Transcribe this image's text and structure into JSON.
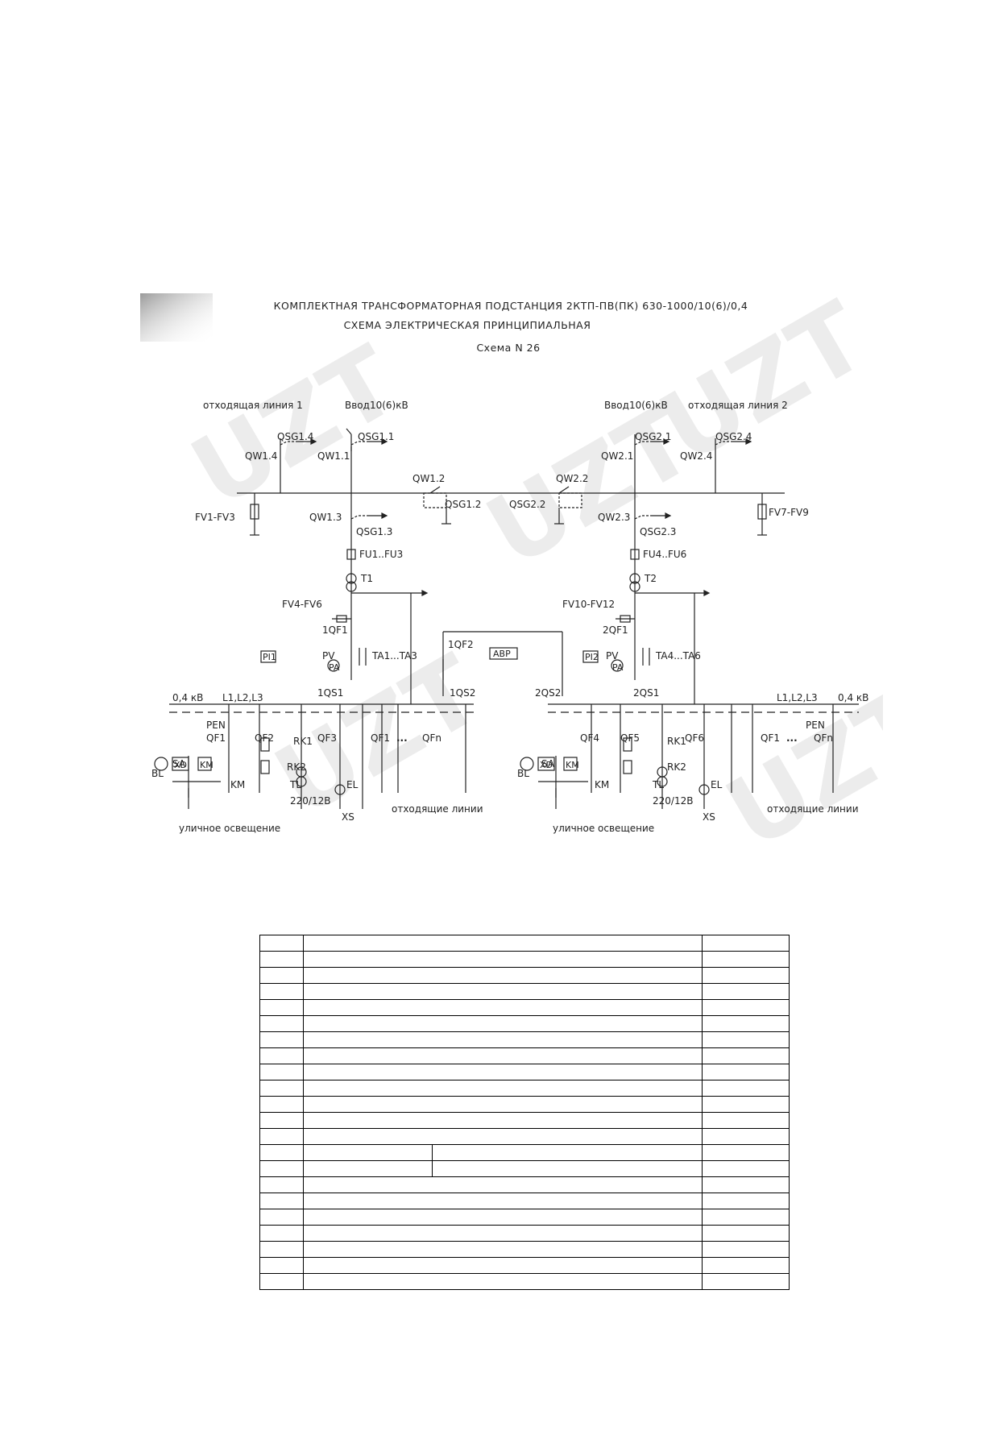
{
  "header": {
    "title": "КОМПЛЕКТНАЯ  ТРАНСФОРМАТОРНАЯ ПОДСТАНЦИЯ 2КТП-ПВ(ПК) 630-1000/10(6)/0,4",
    "subtitle": "СХЕМА ЭЛЕКТРИЧЕСКАЯ ПРИНЦИПИАЛЬНАЯ",
    "scheme_no": "Схема N 26"
  },
  "watermark": "UZT",
  "labels": {
    "out_line_1": "отходящая линия 1",
    "input_1": "Ввод10(6)кВ",
    "input_2": "Ввод10(6)кВ",
    "out_line_2": "отходящая линия 2",
    "qsg14": "QSG1.4",
    "qsg11": "QSG1.1",
    "qw14": "QW1.4",
    "qw11": "QW1.1",
    "qsg21": "QSG2.1",
    "qsg24": "QSG2.4",
    "qw21": "QW2.1",
    "qw24": "QW2.4",
    "qw12": "QW1.2",
    "qw22": "QW2.2",
    "qsg12": "QSG1.2",
    "qsg22": "QSG2.2",
    "fv1": "FV1-FV3",
    "fv7": "FV7-FV9",
    "qw13": "QW1.3",
    "qsg13": "QSG1.3",
    "qw23": "QW2.3",
    "qsg23": "QSG2.3",
    "fu1": "FU1..FU3",
    "fu4": "FU4..FU6",
    "t1": "T1",
    "t2": "T2",
    "fv4": "FV4-FV6",
    "fv10": "FV10-FV12",
    "f10f1": "1QF1",
    "f20f1": "2QF1",
    "pi1": "PI1",
    "pi2": "PI2",
    "pv": "PV",
    "pa": "PA",
    "ta1": "TA1...TA3",
    "ta4": "TA4...TA6",
    "qf2": "1QF2",
    "avr": "АВР",
    "s10s1": "1QS1",
    "s10s2": "1QS2",
    "s20s2": "2QS2",
    "s20s1": "2QS1",
    "kv": "0,4 кВ",
    "l123": "L1,L2,L3",
    "pen": "PEN",
    "qf1": "QF1",
    "qf2b": "QF2",
    "qf3": "QF3",
    "qf4": "QF4",
    "qf5": "QF5",
    "qf6": "QF6",
    "rk1": "RK1",
    "rk2": "RK2",
    "sa": "SA",
    "bl": "BL",
    "xd": "XD",
    "km": "KM",
    "tl": "TL",
    "el": "EL",
    "xs": "XS",
    "v220": "220/12В",
    "qf_n1": "QF1",
    "qf_n": "QFn",
    "dots": "...",
    "out_lines": "отходящие линии",
    "street": "уличное освещение"
  },
  "spec_table": {
    "rows": 22,
    "split_rows": [
      13,
      14
    ]
  }
}
